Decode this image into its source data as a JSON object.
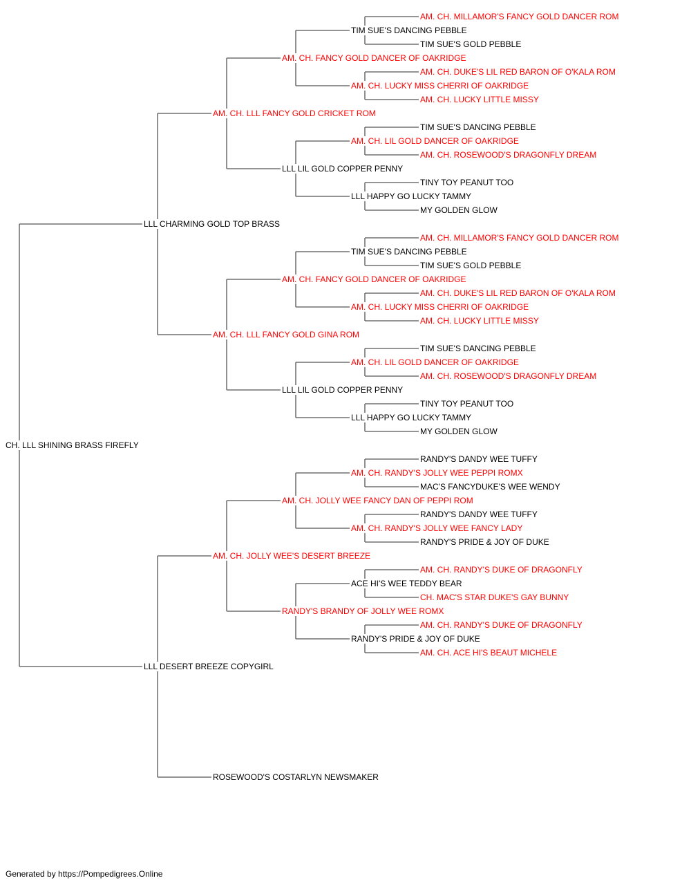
{
  "colors": {
    "champion": "#ff0000",
    "regular": "#000000",
    "line": "#555555"
  },
  "footer": "Generated by https://Pompedigrees.Online",
  "pedigree": {
    "name": "CH. LLL SHINING BRASS FIREFLY",
    "champion": false,
    "sire": {
      "name": "LLL CHARMING GOLD TOP BRASS",
      "champion": false,
      "sire": {
        "name": "AM. CH. LLL FANCY GOLD CRICKET ROM",
        "champion": true,
        "sire": {
          "name": "AM. CH. FANCY GOLD DANCER OF OAKRIDGE",
          "champion": true,
          "sire": {
            "name": "TIM SUE'S DANCING PEBBLE",
            "champion": false,
            "sire": {
              "name": "AM. CH. MILLAMOR'S FANCY GOLD DANCER ROM",
              "champion": true
            },
            "dam": {
              "name": "TIM SUE'S GOLD PEBBLE",
              "champion": false
            }
          },
          "dam": {
            "name": "AM. CH. LUCKY MISS CHERRI OF OAKRIDGE",
            "champion": true,
            "sire": {
              "name": "AM. CH. DUKE'S LIL RED BARON OF O'KALA ROM",
              "champion": true
            },
            "dam": {
              "name": "AM. CH. LUCKY LITTLE MISSY",
              "champion": true
            }
          }
        },
        "dam": {
          "name": "LLL LIL GOLD COPPER PENNY",
          "champion": false,
          "sire": {
            "name": "AM. CH. LIL GOLD DANCER OF OAKRIDGE",
            "champion": true,
            "sire": {
              "name": "TIM SUE'S DANCING PEBBLE",
              "champion": false
            },
            "dam": {
              "name": "AM. CH. ROSEWOOD'S DRAGONFLY DREAM",
              "champion": true
            }
          },
          "dam": {
            "name": "LLL HAPPY GO LUCKY TAMMY",
            "champion": false,
            "sire": {
              "name": "TINY TOY PEANUT TOO",
              "champion": false
            },
            "dam": {
              "name": "MY GOLDEN GLOW",
              "champion": false
            }
          }
        }
      },
      "dam": {
        "name": "AM. CH. LLL FANCY GOLD GINA ROM",
        "champion": true,
        "sire": {
          "name": "AM. CH. FANCY GOLD DANCER OF OAKRIDGE",
          "champion": true,
          "sire": {
            "name": "TIM SUE'S DANCING PEBBLE",
            "champion": false,
            "sire": {
              "name": "AM. CH. MILLAMOR'S FANCY GOLD DANCER ROM",
              "champion": true
            },
            "dam": {
              "name": "TIM SUE'S GOLD PEBBLE",
              "champion": false
            }
          },
          "dam": {
            "name": "AM. CH. LUCKY MISS CHERRI OF OAKRIDGE",
            "champion": true,
            "sire": {
              "name": "AM. CH. DUKE'S LIL RED BARON OF O'KALA ROM",
              "champion": true
            },
            "dam": {
              "name": "AM. CH. LUCKY LITTLE MISSY",
              "champion": true
            }
          }
        },
        "dam": {
          "name": "LLL LIL GOLD COPPER PENNY",
          "champion": false,
          "sire": {
            "name": "AM. CH. LIL GOLD DANCER OF OAKRIDGE",
            "champion": true,
            "sire": {
              "name": "TIM SUE'S DANCING PEBBLE",
              "champion": false
            },
            "dam": {
              "name": "AM. CH. ROSEWOOD'S DRAGONFLY DREAM",
              "champion": true
            }
          },
          "dam": {
            "name": "LLL HAPPY GO LUCKY TAMMY",
            "champion": false,
            "sire": {
              "name": "TINY TOY PEANUT TOO",
              "champion": false
            },
            "dam": {
              "name": "MY GOLDEN GLOW",
              "champion": false
            }
          }
        }
      }
    },
    "dam": {
      "name": "LLL DESERT BREEZE COPYGIRL",
      "champion": false,
      "sire": {
        "name": "AM. CH. JOLLY WEE'S DESERT BREEZE",
        "champion": true,
        "sire": {
          "name": "AM. CH. JOLLY WEE FANCY DAN OF PEPPI ROM",
          "champion": true,
          "sire": {
            "name": "AM. CH. RANDY'S JOLLY WEE PEPPI ROMX",
            "champion": true,
            "sire": {
              "name": "RANDY'S DANDY WEE TUFFY",
              "champion": false
            },
            "dam": {
              "name": "MAC'S FANCYDUKE'S WEE WENDY",
              "champion": false
            }
          },
          "dam": {
            "name": "AM. CH. RANDY'S JOLLY WEE FANCY LADY",
            "champion": true,
            "sire": {
              "name": "RANDY'S DANDY WEE TUFFY",
              "champion": false
            },
            "dam": {
              "name": "RANDY'S PRIDE & JOY OF DUKE",
              "champion": false
            }
          }
        },
        "dam": {
          "name": "RANDY'S BRANDY OF JOLLY WEE ROMX",
          "champion": true,
          "sire": {
            "name": "ACE HI'S WEE TEDDY BEAR",
            "champion": false,
            "sire": {
              "name": "AM. CH. RANDY'S DUKE OF DRAGONFLY",
              "champion": true
            },
            "dam": {
              "name": "CH. MAC'S STAR DUKE'S GAY BUNNY",
              "champion": true
            }
          },
          "dam": {
            "name": "RANDY'S PRIDE & JOY OF DUKE",
            "champion": false,
            "sire": {
              "name": "AM. CH. RANDY'S DUKE OF DRAGONFLY",
              "champion": true
            },
            "dam": {
              "name": "AM. CH. ACE HI'S BEAUT MICHELE",
              "champion": true
            }
          }
        }
      },
      "dam": {
        "name": "ROSEWOOD'S COSTARLYN NEWSMAKER",
        "champion": false
      }
    }
  }
}
